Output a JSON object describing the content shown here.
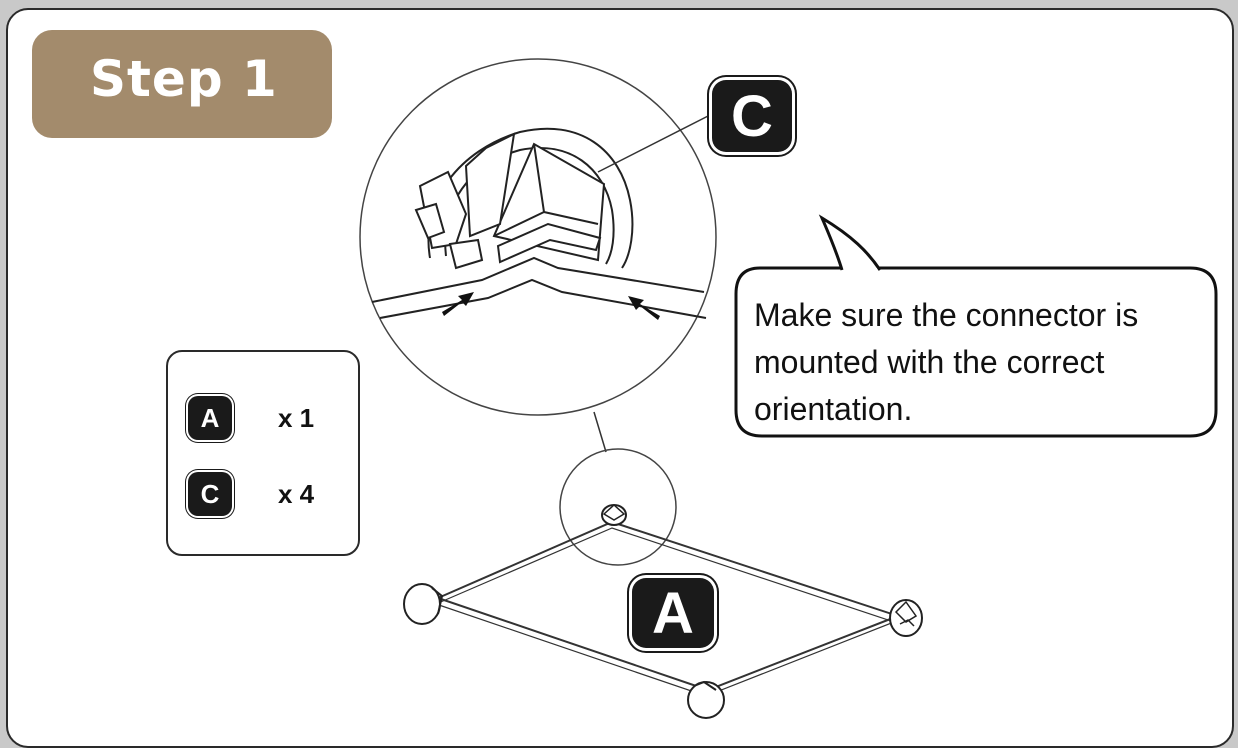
{
  "step": {
    "label": "Step 1"
  },
  "parts": [
    {
      "letter": "A",
      "quantity": "x 1"
    },
    {
      "letter": "C",
      "quantity": "x 4"
    }
  ],
  "callout": {
    "lines": [
      "Make sure the connector is",
      "mounted with the correct",
      "orientation."
    ]
  },
  "diagram_labels": {
    "connector": "C",
    "frame": "A"
  },
  "colors": {
    "step_badge": "#a38b6c",
    "label_fill": "#1a1a1a"
  }
}
